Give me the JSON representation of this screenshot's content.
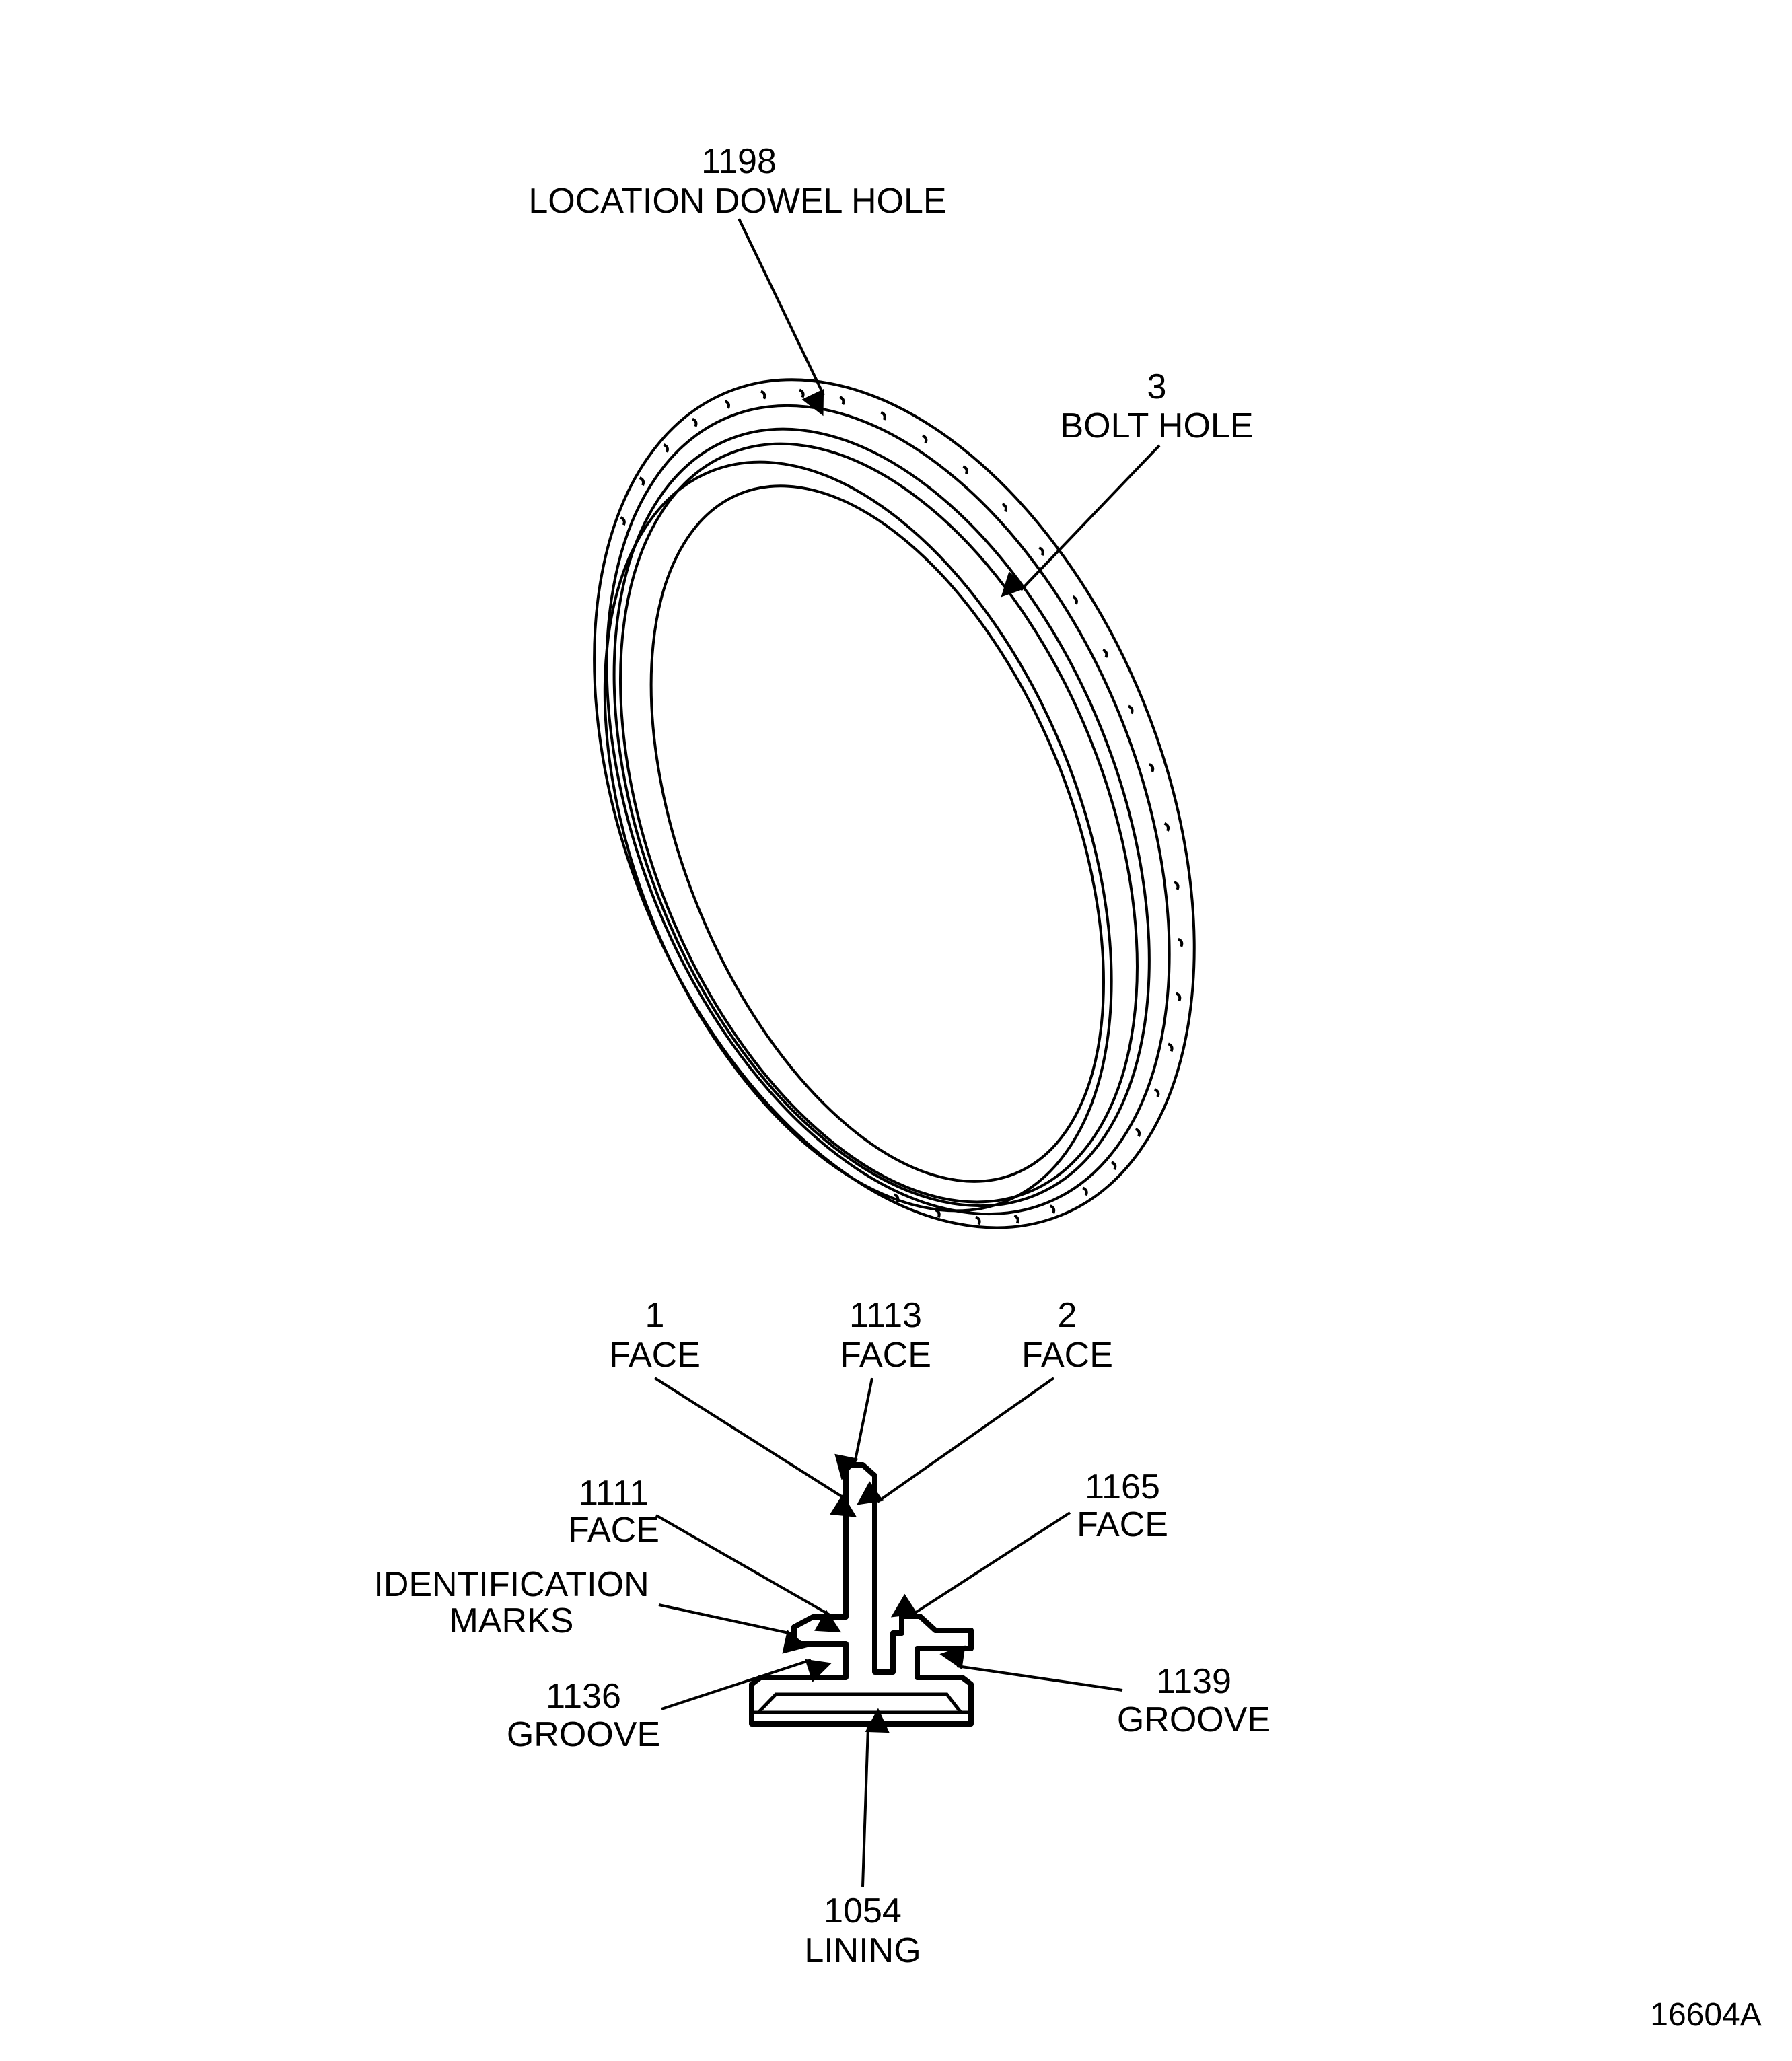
{
  "figure_id": "16604A",
  "ring_view": {
    "callouts": [
      {
        "number": "1198",
        "text": "LOCATION DOWEL HOLE"
      },
      {
        "number": "3",
        "text": "BOLT HOLE"
      }
    ]
  },
  "section_view": {
    "callouts": [
      {
        "number": "1",
        "text": "FACE"
      },
      {
        "number": "1113",
        "text": "FACE"
      },
      {
        "number": "2",
        "text": "FACE"
      },
      {
        "number": "1111",
        "text": "FACE"
      },
      {
        "number": "1165",
        "text": "FACE"
      },
      {
        "number": "",
        "text": "IDENTIFICATION",
        "text2": "MARKS"
      },
      {
        "number": "1136",
        "text": "GROOVE"
      },
      {
        "number": "1139",
        "text": "GROOVE"
      },
      {
        "number": "1054",
        "text": "LINING"
      }
    ]
  },
  "colors": {
    "ink": "#000000",
    "background": "#ffffff"
  }
}
